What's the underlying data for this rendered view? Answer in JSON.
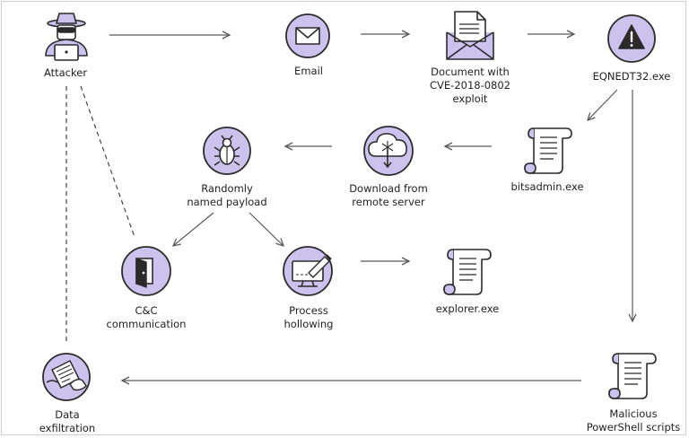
{
  "colors": {
    "circle_fill": "#cbc3ee",
    "outline": "#2b2b2b",
    "arrow": "#5a5a5a",
    "paper": "#ffffff",
    "frame": "#cfcfcf"
  },
  "nodes": {
    "attacker": {
      "label": [
        "Attacker"
      ],
      "icon": "hacker-icon"
    },
    "email": {
      "label": [
        "Email"
      ],
      "icon": "envelope-icon"
    },
    "document": {
      "label": [
        "Document with",
        "CVE-2018-0802",
        "exploit"
      ],
      "icon": "document-envelope-icon"
    },
    "eqnedt": {
      "label": [
        "EQNEDT32.exe"
      ],
      "icon": "warning-icon"
    },
    "bitsadmin": {
      "label": [
        "bitsadmin.exe"
      ],
      "icon": "scroll-icon"
    },
    "download": {
      "label": [
        "Download from",
        "remote server"
      ],
      "icon": "cloud-download-icon"
    },
    "payload": {
      "label": [
        "Randomly",
        "named payload"
      ],
      "icon": "bug-icon"
    },
    "cnc": {
      "label": [
        "C&C",
        "communication"
      ],
      "icon": "door-icon"
    },
    "hollowing": {
      "label": [
        "Process",
        "hollowing"
      ],
      "icon": "monitor-injection-icon"
    },
    "explorer": {
      "label": [
        "explorer.exe"
      ],
      "icon": "scroll-icon"
    },
    "powershell": {
      "label": [
        "Malicious",
        "PowerShell scripts"
      ],
      "icon": "scroll-icon"
    },
    "exfiltration": {
      "label": [
        "Data",
        "exfiltration"
      ],
      "icon": "document-hand-icon"
    }
  },
  "edges": [
    {
      "from": "attacker",
      "to": "email",
      "style": "solid"
    },
    {
      "from": "email",
      "to": "document",
      "style": "solid"
    },
    {
      "from": "document",
      "to": "eqnedt",
      "style": "solid"
    },
    {
      "from": "eqnedt",
      "to": "bitsadmin",
      "style": "solid"
    },
    {
      "from": "eqnedt",
      "to": "powershell",
      "style": "solid"
    },
    {
      "from": "bitsadmin",
      "to": "download",
      "style": "solid"
    },
    {
      "from": "download",
      "to": "payload",
      "style": "solid"
    },
    {
      "from": "payload",
      "to": "cnc",
      "style": "solid"
    },
    {
      "from": "payload",
      "to": "hollowing",
      "style": "solid"
    },
    {
      "from": "hollowing",
      "to": "explorer",
      "style": "solid"
    },
    {
      "from": "powershell",
      "to": "exfiltration",
      "style": "solid"
    },
    {
      "from": "attacker",
      "to": "cnc",
      "style": "dashed"
    },
    {
      "from": "attacker",
      "to": "exfiltration",
      "style": "dashed"
    }
  ]
}
